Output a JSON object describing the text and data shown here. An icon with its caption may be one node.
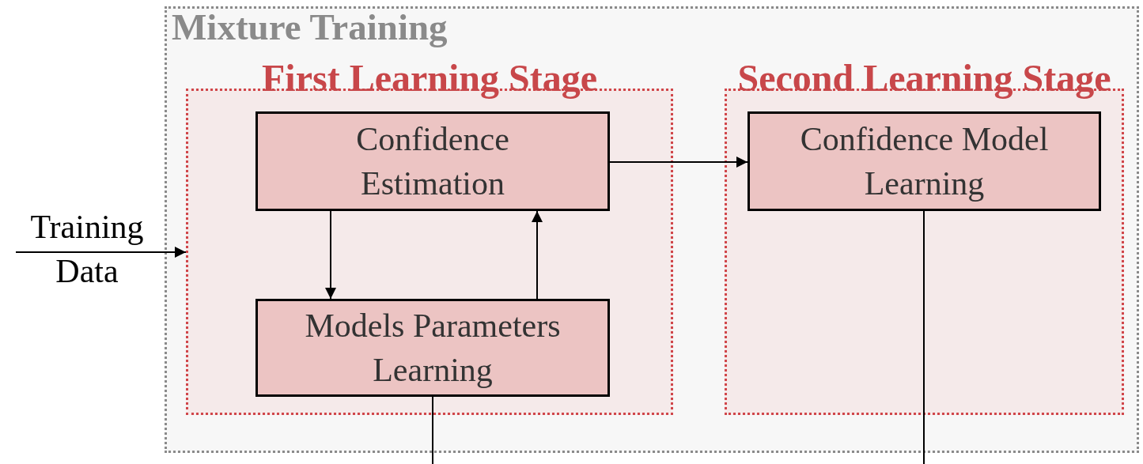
{
  "diagram": {
    "nodes": [
      {
        "text": [
          "Mixture Training"
        ]
      },
      {
        "text": [
          "First Learning Stage"
        ],
        "in": 0
      },
      {
        "text": [
          "Second Learning Stage"
        ],
        "in": 0
      },
      {
        "text": [
          "Confidence Estimation"
        ],
        "in": 1
      },
      {
        "text": [
          "Models Parameters Learning"
        ],
        "in": 1
      },
      {
        "text": [
          "Confidence Model Learning"
        ],
        "in": 2
      },
      {
        "text": [
          "Training Data"
        ]
      }
    ],
    "edges": [
      {
        "from": 6,
        "to": 1,
        "arrow": "to"
      },
      {
        "from": 3,
        "to": 5,
        "arrow": "to"
      },
      {
        "from": 3,
        "to": 4,
        "arrow": "to"
      },
      {
        "from": 4,
        "to": 3,
        "arrow": "to"
      },
      {
        "from": 4,
        "to": null,
        "arrow": "none"
      },
      {
        "from": 5,
        "to": null,
        "arrow": "none"
      }
    ]
  }
}
